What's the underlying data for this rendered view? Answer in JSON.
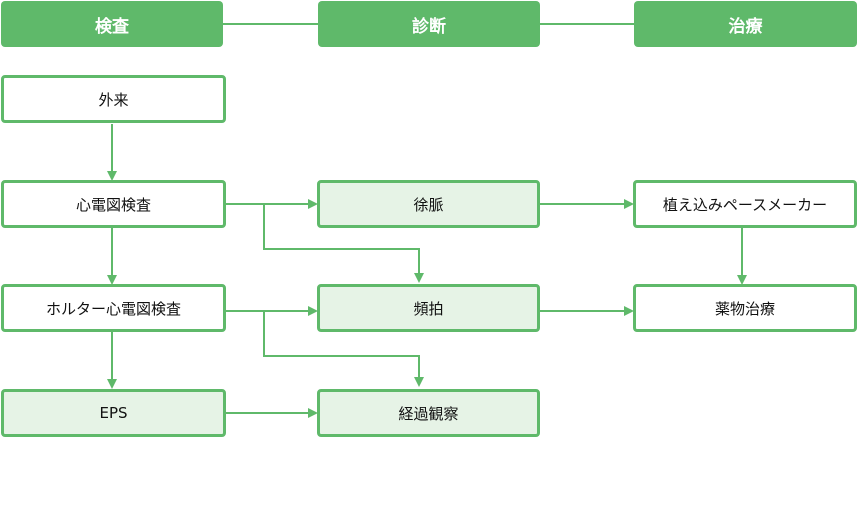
{
  "headers": {
    "exam": "検査",
    "diagnosis": "診断",
    "treatment": "治療"
  },
  "nodes": {
    "outpatient": "外来",
    "ecg": "心電図検査",
    "holter": "ホルター心電図検査",
    "eps": "EPS",
    "bradycardia": "徐脈",
    "tachycardia": "頻拍",
    "observation": "経過観察",
    "pacemaker": "植え込みペースメーカー",
    "medication": "薬物治療"
  },
  "colors": {
    "accent": "#5fb96a",
    "tint": "#e6f3e6"
  }
}
